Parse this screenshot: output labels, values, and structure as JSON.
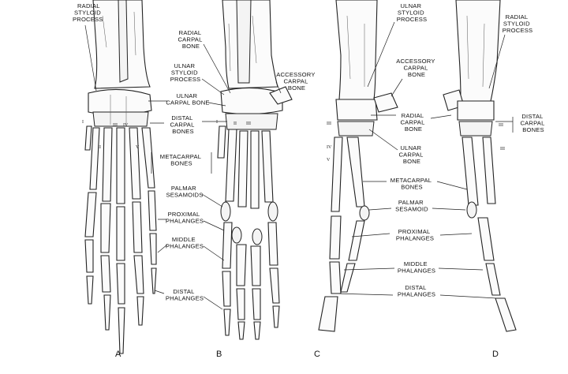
{
  "labels": {
    "radial_styloid_a": [
      "RADIAL",
      "STYLOID",
      "PROCESS"
    ],
    "radial_carpal_b": [
      "RADIAL",
      "CARPAL",
      "BONE"
    ],
    "ulnar_styloid_b": [
      "ULNAR",
      "STYLOID",
      "PROCESS"
    ],
    "ulnar_carpal_b": [
      "ULNAR",
      "CARPAL BONE"
    ],
    "distal_carpal_b": [
      "DISTAL",
      "CARPAL",
      "BONES"
    ],
    "metacarpal_b": [
      "METACARPAL",
      "BONES"
    ],
    "palmar_sesamoids_b": [
      "PALMAR",
      "SESAMOIDS"
    ],
    "proximal_phalanges_b": [
      "PROXIMAL",
      "PHALANGES"
    ],
    "middle_phalanges_b": [
      "MIDDLE",
      "PHALANGES"
    ],
    "distal_phalanges_b": [
      "DISTAL",
      "PHALANGES"
    ],
    "accessory_carpal_b": [
      "ACCESSORY",
      "CARPAL",
      "BONE"
    ],
    "ulnar_styloid_c": [
      "ULNAR",
      "STYLOID",
      "PROCESS"
    ],
    "accessory_carpal_c": [
      "ACCESSORY",
      "CARPAL",
      "BONE"
    ],
    "radial_carpal_c": [
      "RADIAL",
      "CARPAL",
      "BONE"
    ],
    "ulnar_carpal_c": [
      "ULNAR",
      "CARPAL",
      "BONE"
    ],
    "metacarpal_c": [
      "METACARPAL",
      "BONES"
    ],
    "palmar_sesamoid_c": [
      "PALMAR",
      "SESAMOID"
    ],
    "proximal_phalanges_c": [
      "PROXIMAL",
      "PHALANGES"
    ],
    "middle_phalanges_c": [
      "MIDDLE",
      "PHALANGES"
    ],
    "distal_phalanges_c": [
      "DISTAL",
      "PHALANGES"
    ],
    "radial_styloid_d": [
      "RADIAL",
      "STYLOID",
      "PROCESS"
    ],
    "distal_carpal_d": [
      "DISTAL",
      "CARPAL",
      "BONES"
    ]
  },
  "panels": [
    "A",
    "B",
    "C",
    "D"
  ],
  "digit_numerals": [
    "I",
    "II",
    "III",
    "IV",
    "V"
  ]
}
